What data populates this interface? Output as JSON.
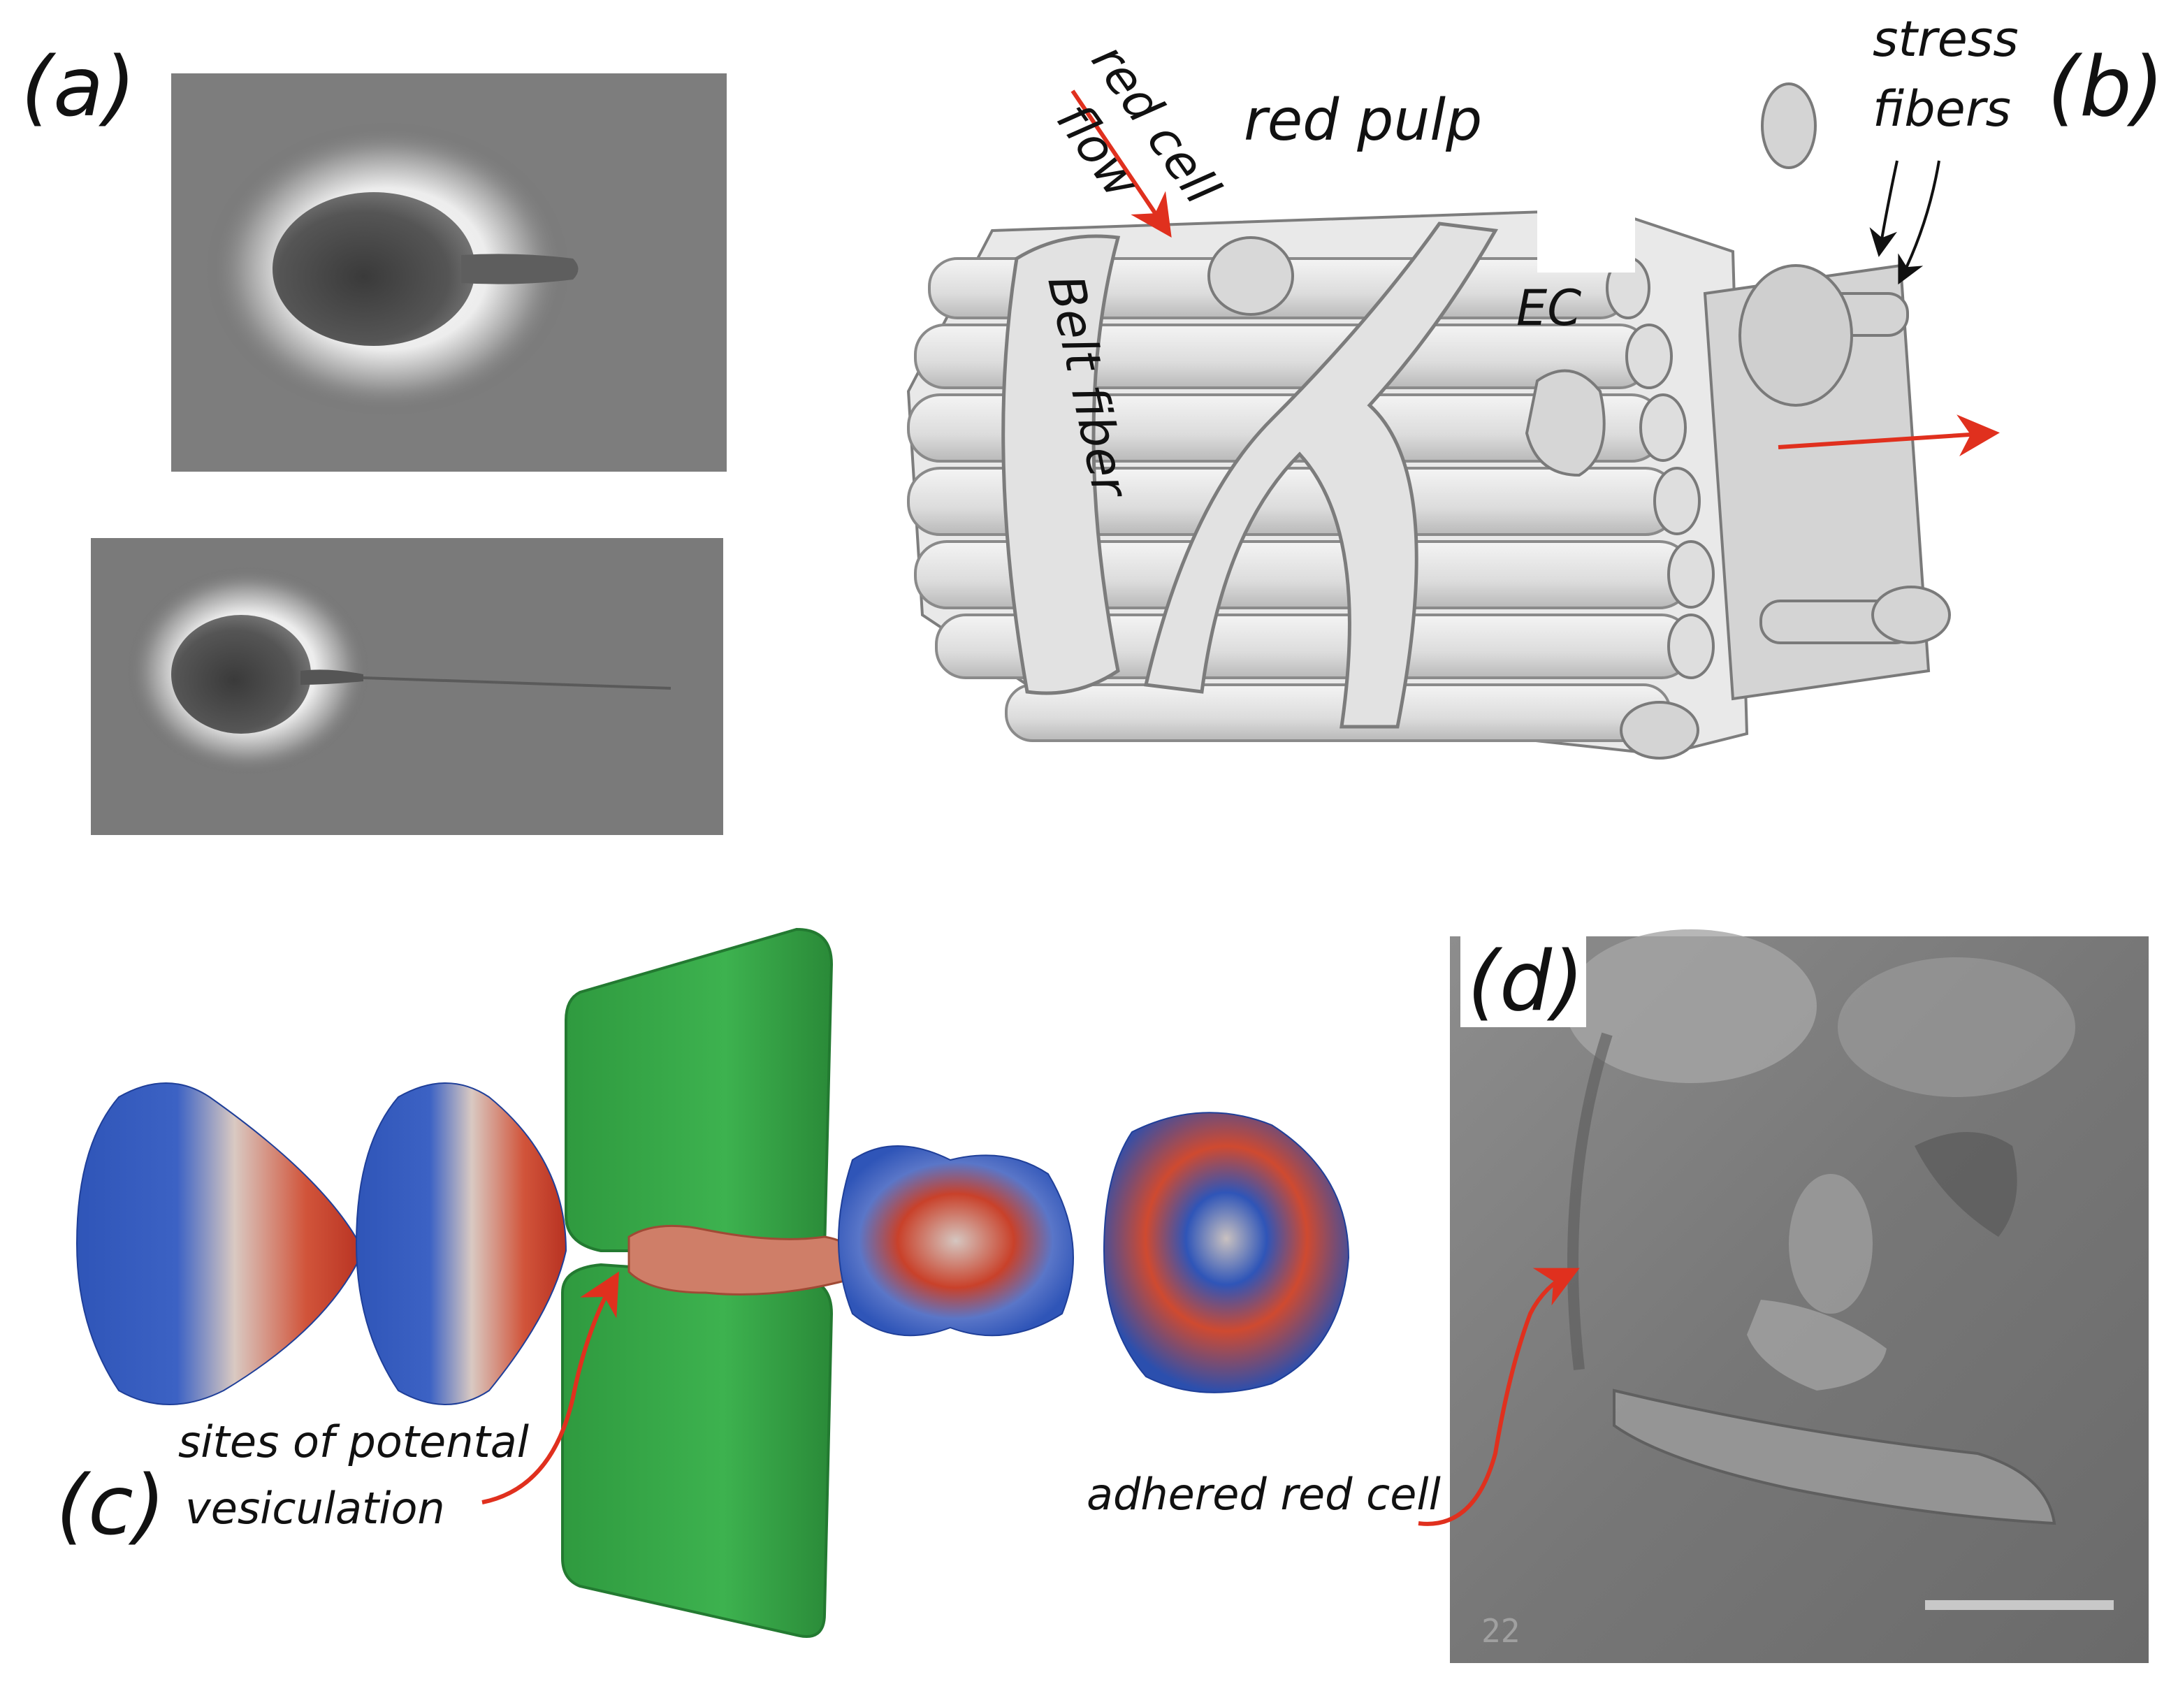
{
  "panels": {
    "a": "(a)",
    "b": "(b)",
    "c": "(c)",
    "d": "(d)"
  },
  "panel_b": {
    "red_cell": "red cell",
    "flow": "flow",
    "red_pulp": "red pulp",
    "stress": "stress",
    "fibers": "fibers",
    "belt_fiber": "Belt fiber",
    "ec": "EC"
  },
  "panel_c": {
    "sites_line1": "sites of potental",
    "sites_line2": "vesiculation"
  },
  "panel_d": {
    "adhered": "adhered red cell",
    "imprint": "22"
  },
  "colors": {
    "arrow_red": "#e0301e",
    "slit_green": "#35a846",
    "cell_red": "#c9412a",
    "cell_blue": "#2f55b8"
  }
}
